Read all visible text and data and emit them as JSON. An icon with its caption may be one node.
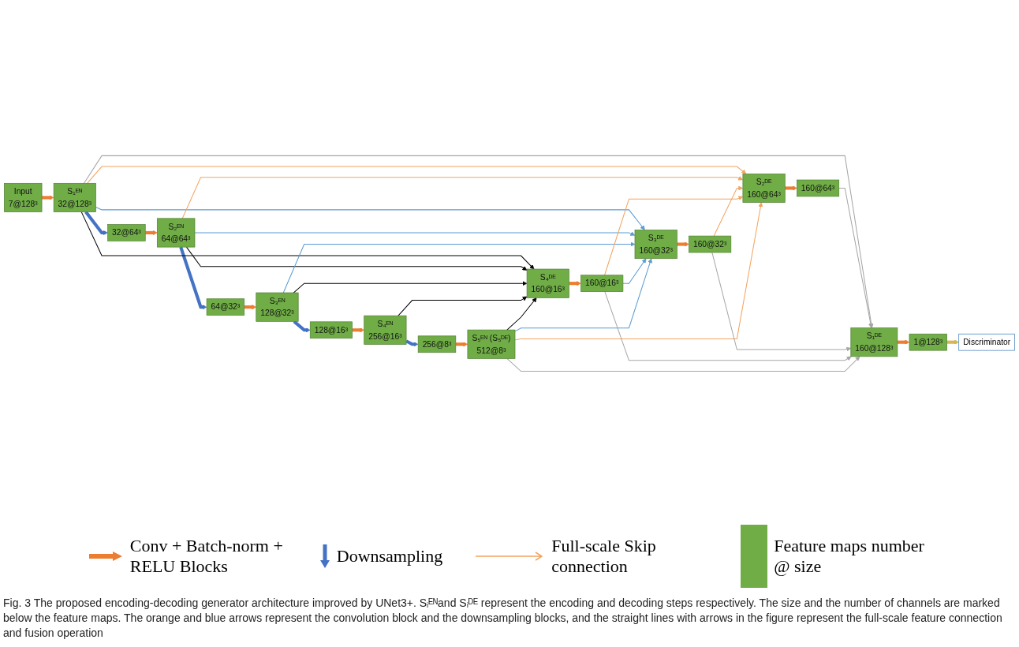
{
  "diagram": {
    "caption": "Fig. 3 The proposed encoding-decoding generator architecture improved by UNet3+. Sᵢᴱᴺand Sᵢᴰᴱ represent the encoding and decoding steps respectively. The size and the number of channels are marked below the feature maps. The orange and blue arrows represent the convolution block and the downsampling blocks, and the straight lines with arrows in the figure represent the full-scale feature connection and fusion operation",
    "nodes": [
      {
        "text": [
          "Input",
          "7@128³"
        ]
      },
      {
        "text": [
          "S₁ᴱᴺ",
          "32@128³"
        ]
      },
      {
        "text": [
          "32@64³"
        ]
      },
      {
        "text": [
          "S₂ᴱᴺ",
          "64@64³"
        ]
      },
      {
        "text": [
          "64@32³"
        ]
      },
      {
        "text": [
          "S₃ᴱᴺ",
          "128@32³"
        ]
      },
      {
        "text": [
          "128@16³"
        ]
      },
      {
        "text": [
          "S₄ᴱᴺ",
          "256@16³"
        ]
      },
      {
        "text": [
          "256@8³"
        ]
      },
      {
        "text": [
          "S₅ᴱᴺ (S₅ᴰᴱ)",
          "512@8³"
        ]
      },
      {
        "text": [
          "S₄ᴰᴱ",
          "160@16³"
        ]
      },
      {
        "text": [
          "160@16³"
        ]
      },
      {
        "text": [
          "S₃ᴰᴱ",
          "160@32³"
        ]
      },
      {
        "text": [
          "160@32³"
        ]
      },
      {
        "text": [
          "S₂ᴰᴱ",
          "160@64³"
        ]
      },
      {
        "text": [
          "160@64³"
        ]
      },
      {
        "text": [
          "S₁ᴰᴱ",
          "160@128³"
        ]
      },
      {
        "text": [
          "1@128³"
        ]
      },
      {
        "text": [
          "Discriminator"
        ]
      }
    ],
    "edges": [
      {
        "from": 0,
        "to": 1,
        "arrow": "to",
        "style": "thick",
        "color": "#ed7d31"
      },
      {
        "from": 1,
        "to": 2,
        "arrow": "to",
        "style": "thick",
        "color": "#4472c4"
      },
      {
        "from": 2,
        "to": 3,
        "arrow": "to",
        "style": "thick",
        "color": "#ed7d31"
      },
      {
        "from": 3,
        "to": 4,
        "arrow": "to",
        "style": "thick",
        "color": "#4472c4"
      },
      {
        "from": 4,
        "to": 5,
        "arrow": "to",
        "style": "thick",
        "color": "#ed7d31"
      },
      {
        "from": 5,
        "to": 6,
        "arrow": "to",
        "style": "thick",
        "color": "#4472c4"
      },
      {
        "from": 6,
        "to": 7,
        "arrow": "to",
        "style": "thick",
        "color": "#ed7d31"
      },
      {
        "from": 7,
        "to": 8,
        "arrow": "to",
        "style": "thick",
        "color": "#4472c4"
      },
      {
        "from": 8,
        "to": 9,
        "arrow": "to",
        "style": "thick",
        "color": "#ed7d31"
      },
      {
        "from": 1,
        "to": 10,
        "arrow": "to",
        "color": "#000000"
      },
      {
        "from": 3,
        "to": 10,
        "arrow": "to",
        "color": "#000000"
      },
      {
        "from": 5,
        "to": 10,
        "arrow": "to",
        "color": "#000000"
      },
      {
        "from": 7,
        "to": 10,
        "arrow": "to",
        "color": "#000000"
      },
      {
        "from": 9,
        "to": 10,
        "arrow": "to",
        "color": "#000000"
      },
      {
        "from": 10,
        "to": 11,
        "arrow": "to",
        "style": "thick",
        "color": "#ed7d31"
      },
      {
        "from": 1,
        "to": 12,
        "arrow": "to",
        "color": "#5b9bd5"
      },
      {
        "from": 3,
        "to": 12,
        "arrow": "to",
        "color": "#5b9bd5"
      },
      {
        "from": 5,
        "to": 12,
        "arrow": "to",
        "color": "#5b9bd5"
      },
      {
        "from": 11,
        "to": 12,
        "arrow": "to",
        "color": "#5b9bd5"
      },
      {
        "from": 9,
        "to": 12,
        "arrow": "to",
        "color": "#5b9bd5"
      },
      {
        "from": 12,
        "to": 13,
        "arrow": "to",
        "style": "thick",
        "color": "#ed7d31"
      },
      {
        "from": 1,
        "to": 14,
        "arrow": "to",
        "color": "#f4a460"
      },
      {
        "from": 3,
        "to": 14,
        "arrow": "to",
        "color": "#f4a460"
      },
      {
        "from": 13,
        "to": 14,
        "arrow": "to",
        "color": "#f4a460"
      },
      {
        "from": 11,
        "to": 14,
        "arrow": "to",
        "color": "#f4a460"
      },
      {
        "from": 9,
        "to": 14,
        "arrow": "to",
        "color": "#f4a460"
      },
      {
        "from": 14,
        "to": 15,
        "arrow": "to",
        "style": "thick",
        "color": "#ed7d31"
      },
      {
        "from": 1,
        "to": 16,
        "arrow": "to",
        "color": "#a6a6a6"
      },
      {
        "from": 15,
        "to": 16,
        "arrow": "to",
        "color": "#a6a6a6"
      },
      {
        "from": 13,
        "to": 16,
        "arrow": "to",
        "color": "#a6a6a6"
      },
      {
        "from": 11,
        "to": 16,
        "arrow": "to",
        "color": "#a6a6a6"
      },
      {
        "from": 9,
        "to": 16,
        "arrow": "to",
        "color": "#a6a6a6"
      },
      {
        "from": 16,
        "to": 17,
        "arrow": "to",
        "style": "thick",
        "color": "#ed7d31"
      },
      {
        "from": 17,
        "to": 18,
        "arrow": "to",
        "style": "thick",
        "color": "#d6b656"
      }
    ],
    "legend": [
      {
        "text": "Conv + Batch-norm + RELU Blocks"
      },
      {
        "text": "Downsampling"
      },
      {
        "text": "Full-scale Skip connection"
      },
      {
        "text": "Feature maps number @ size",
        "color": "#70ad47"
      }
    ]
  }
}
